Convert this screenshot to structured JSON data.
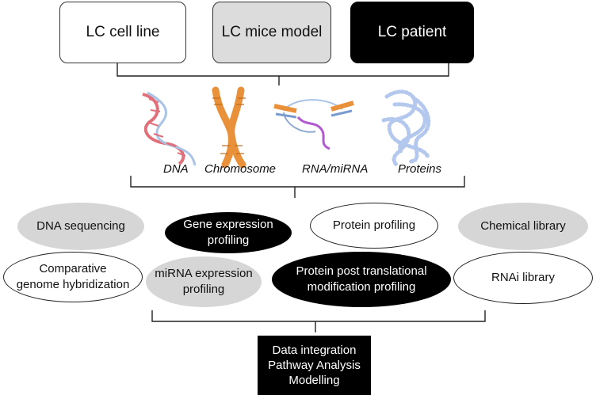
{
  "models": {
    "cell_line": "LC cell line",
    "mice_model": "LC mice model",
    "patient": "LC patient"
  },
  "molecules": {
    "dna": "DNA",
    "chromosome": "Chromosome",
    "rna": "RNA/miRNA",
    "proteins": "Proteins"
  },
  "techniques": {
    "dna_sequencing": "DNA sequencing",
    "gene_expression": "Gene expression\nprofiling",
    "protein_profiling": "Protein profiling",
    "chemical_library": "Chemical library",
    "cgh": "Comparative\ngenome hybridization",
    "mirna_expression": "miRNA expression\nprofiling",
    "ptm_profiling": "Protein post translational\nmodification profiling",
    "rnai_library": "RNAi library"
  },
  "output": "Data integration\nPathway Analysis\nModelling",
  "colors": {
    "gray": "#d6d6d6",
    "black": "#000000",
    "dna_red": "#e0707a",
    "dna_blue": "#a9c4e6",
    "chromosome_orange": "#e8913a",
    "rna_purple": "#b05ad0",
    "protein_blue": "#b4c8ee"
  }
}
